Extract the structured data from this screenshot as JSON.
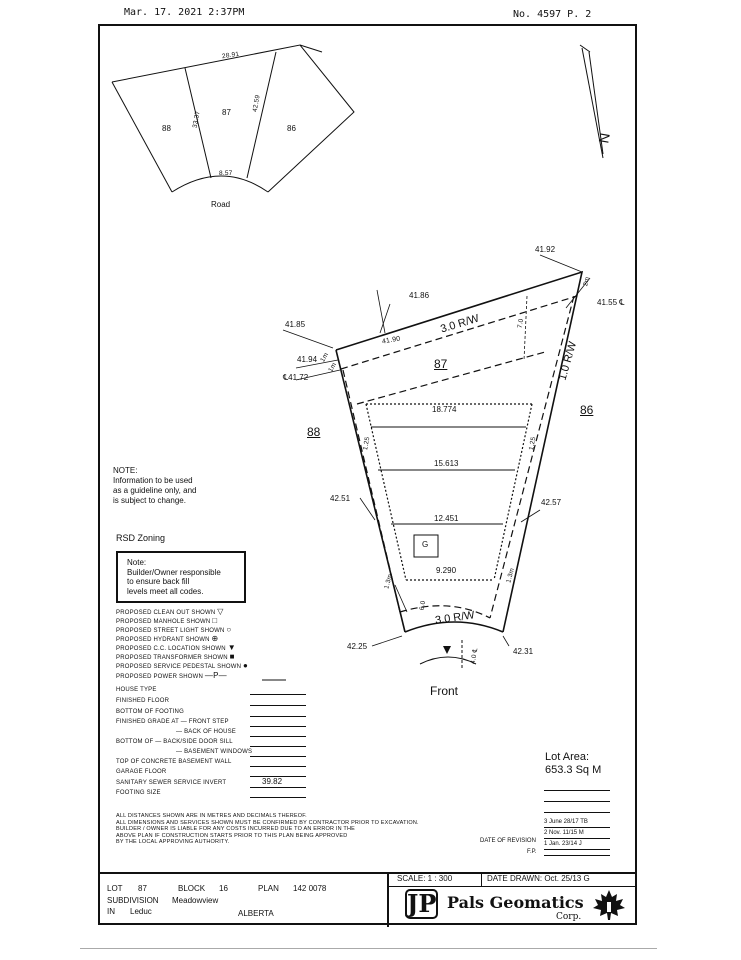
{
  "header": {
    "timestamp": "Mar. 17. 2021  2:37PM",
    "fax_number": "No. 4597   P.  2"
  },
  "key_plan": {
    "lots": [
      "88",
      "87",
      "86"
    ],
    "dims": [
      "28.91",
      "33.37",
      "42.59",
      "8.57"
    ],
    "road_label": "Road"
  },
  "north_label": "N",
  "plan": {
    "lot_number": "87",
    "left_lot": "88",
    "right_lot": "86",
    "rear_rw": "3.0 R/W",
    "front_rw": "3.0 R/W",
    "side_rw": "1.0 R/W",
    "front_label": "Front",
    "garage_label": "G",
    "widths": [
      "18.774",
      "15.613",
      "12.451",
      "9.290"
    ],
    "elevations": {
      "top_left_a": "41.85",
      "top_mid": "41.86",
      "top_right": "41.92",
      "right_cl": "41.55 ℄",
      "rear_inner": "41.90",
      "left_b": "41.94",
      "left_cl": "℄41.72",
      "mid_left": "42.51",
      "mid_right": "42.57",
      "front_left": "42.25",
      "front_right": "42.31"
    },
    "offsets": {
      "rear": "7.0",
      "side_l": "1.25",
      "side_r": "1.25",
      "front": "6.0",
      "one_m_l": "1m",
      "one_m_r": "1m",
      "two_m": "2m",
      "thirteen_l": "1.3m",
      "thirteen_r": "1.3m",
      "service": "4.0 ℄"
    }
  },
  "note": {
    "heading": "NOTE:",
    "lines": [
      "Information to be used",
      "as a guideline only, and",
      "is subject to change."
    ]
  },
  "zoning": "RSD Zoning",
  "builder_note": {
    "heading": "Note:",
    "lines": [
      "Builder/Owner responsible",
      "to ensure back fill",
      "levels meet all codes."
    ]
  },
  "legend": [
    {
      "label": "PROPOSED CLEAN OUT SHOWN",
      "symbol": "▽"
    },
    {
      "label": "PROPOSED MANHOLE SHOWN",
      "symbol": "□"
    },
    {
      "label": "PROPOSED STREET LIGHT SHOWN",
      "symbol": "○"
    },
    {
      "label": "PROPOSED HYDRANT SHOWN",
      "symbol": "⊕"
    },
    {
      "label": "PROPOSED C.C. LOCATION SHOWN",
      "symbol": "▼"
    },
    {
      "label": "PROPOSED TRANSFORMER SHOWN",
      "symbol": "■"
    },
    {
      "label": "PROPOSED SERVICE PEDESTAL SHOWN",
      "symbol": "●"
    },
    {
      "label": "PROPOSED POWER SHOWN",
      "symbol": "—P—"
    }
  ],
  "fields": [
    {
      "label": "HOUSE TYPE",
      "value": ""
    },
    {
      "label": "FINISHED FLOOR",
      "value": ""
    },
    {
      "label": "BOTTOM OF FOOTING",
      "value": ""
    },
    {
      "label": "FINISHED GRADE AT — FRONT STEP",
      "value": ""
    },
    {
      "label": "— BACK OF HOUSE",
      "value": ""
    },
    {
      "label": "BOTTOM OF — BACK/SIDE DOOR SILL",
      "value": ""
    },
    {
      "label": "— BASEMENT WINDOWS",
      "value": ""
    },
    {
      "label": "TOP OF CONCRETE BASEMENT WALL",
      "value": ""
    },
    {
      "label": "GARAGE FLOOR",
      "value": ""
    },
    {
      "label": "SANITARY SEWER SERVICE INVERT",
      "value": "39.82"
    },
    {
      "label": "FOOTING SIZE",
      "value": ""
    }
  ],
  "lot_area": {
    "label": "Lot Area:",
    "value": "653.3  Sq M"
  },
  "disclaimer": [
    "ALL DISTANCES SHOWN ARE IN  METRES  AND DECIMALS THEREOF.",
    "ALL DIMENSIONS AND SERVICES SHOWN MUST BE CONFIRMED BY CONTRACTOR PRIOR TO EXCAVATION.",
    "BUILDER / OWNER IS LIABLE FOR ANY COSTS INCURRED DUE TO AN ERROR IN THE",
    "ABOVE PLAN IF CONSTRUCTION STARTS PRIOR TO THIS PLAN BEING APPROVED",
    "BY THE LOCAL APPROVING AUTHORITY."
  ],
  "revisions": {
    "label": "DATE OF REVISION",
    "fp_label": "F.P.",
    "rows": [
      "3  June 28/17   TB",
      "2  Nov. 11/15   M",
      "1  Jan. 23/14   J"
    ]
  },
  "title_block": {
    "lot_label": "LOT",
    "lot": "87",
    "block_label": "BLOCK",
    "block": "16",
    "plan_label": "PLAN",
    "plan": "142 0078",
    "subdivision_label": "SUBDIVISION",
    "subdivision": "Meadowview",
    "in_label": "IN",
    "municipality": "Leduc",
    "province": "ALBERTA",
    "scale": "SCALE: 1 : 300",
    "date_drawn": "DATE DRAWN: Oct. 25/13  G",
    "company": "Pals Geomatics",
    "company_suffix": "Corp.",
    "logo_letters": "JP"
  }
}
